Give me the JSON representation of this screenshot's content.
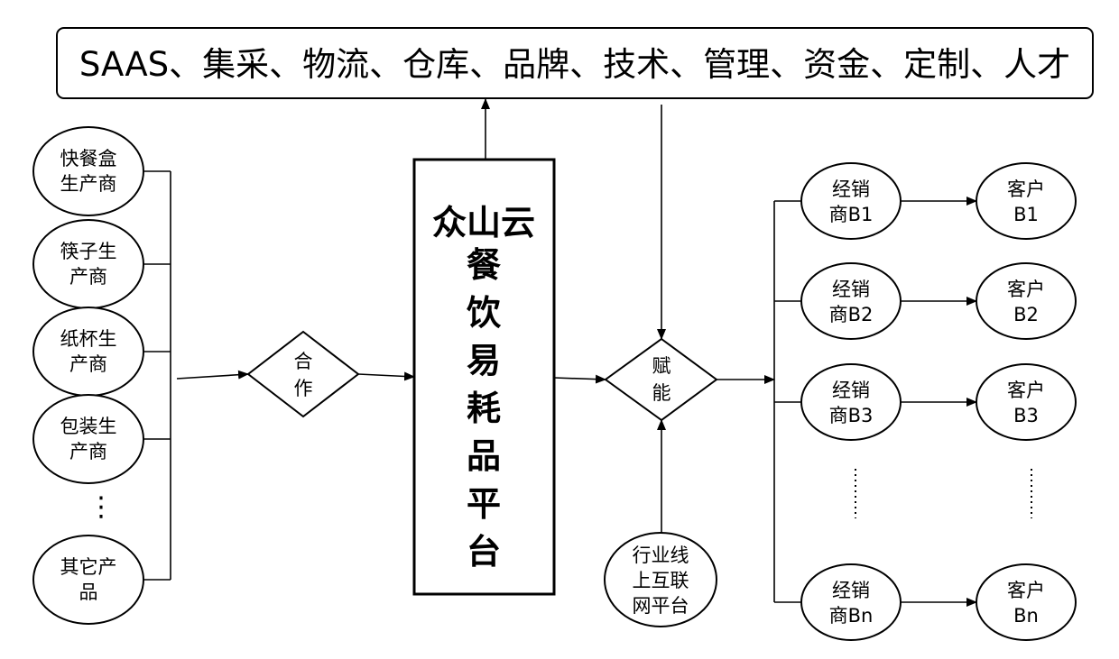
{
  "top_banner": "SAAS、集采、物流、仓库、品牌、技术、管理、资金、定制、人才",
  "suppliers": [
    [
      "快餐盒",
      "生产商"
    ],
    [
      "筷子生",
      "产商"
    ],
    [
      "纸杯生",
      "产商"
    ],
    [
      "包装生",
      "产商"
    ],
    [
      "其它产",
      "品"
    ]
  ],
  "supplier_ellipsis": "⋮",
  "cooperate": [
    "合",
    "作"
  ],
  "platform": [
    "众山云",
    "餐",
    "饮",
    "易",
    "耗",
    "品",
    "平",
    "台"
  ],
  "empower": [
    "赋",
    "能"
  ],
  "internet": [
    "行业线",
    "上互联",
    "网平台"
  ],
  "distributors": [
    [
      "经销",
      "商B1"
    ],
    [
      "经销",
      "商B2"
    ],
    [
      "经销",
      "商B3"
    ],
    [
      "经销",
      "商Bn"
    ]
  ],
  "customers": [
    [
      "客户",
      "B1"
    ],
    [
      "客户",
      "B2"
    ],
    [
      "客户",
      "B3"
    ],
    [
      "客户",
      "Bn"
    ]
  ]
}
